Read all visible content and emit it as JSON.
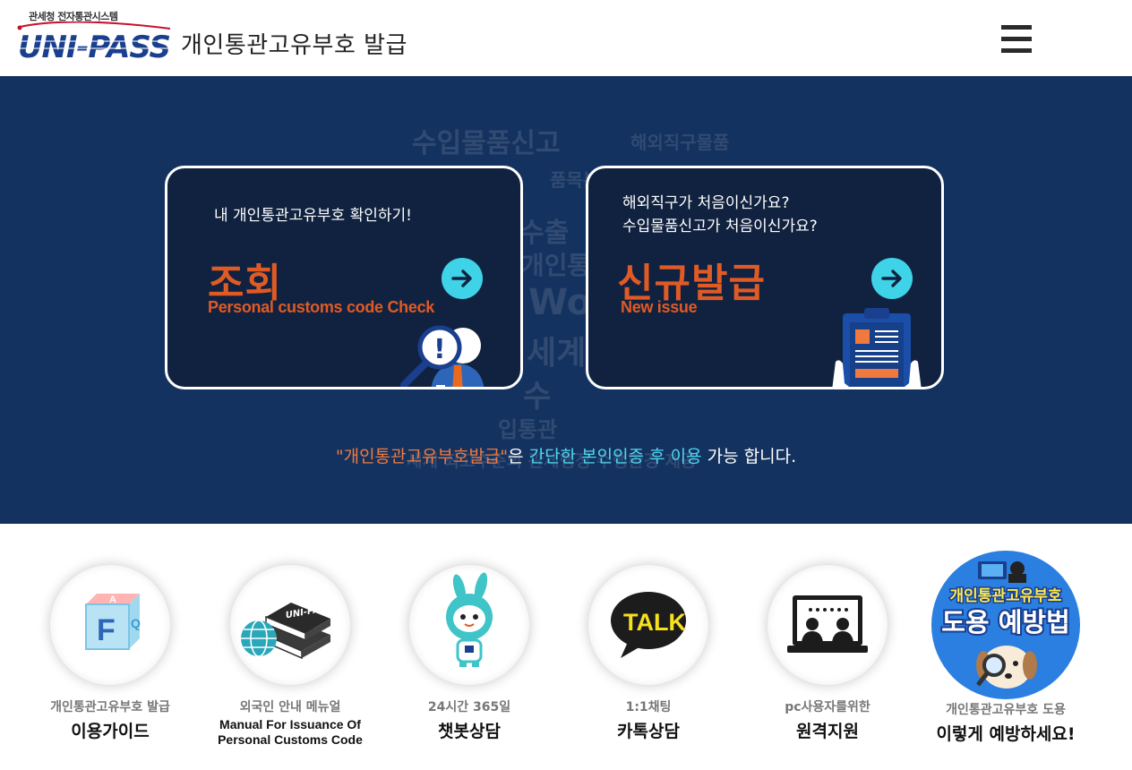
{
  "header": {
    "logo_sub": "관세청 전자통관시스템",
    "logo_text": "UNI-PASS",
    "title": "개인통관고유부호 발급",
    "menu_icon": "hamburger-menu-icon"
  },
  "hero": {
    "background_words": [
      "수입물품신고",
      "해외직구물품",
      "품목분류사전심사",
      "수출",
      "개인통관",
      "World",
      "세계",
      "수",
      "입통관",
      "세계 최고수준의 관세행정 수행환경 제공"
    ],
    "cards": [
      {
        "question": "내 개인통관고유부호 확인하기!",
        "title": "조회",
        "subtitle": "Personal customs code Check",
        "arrow_icon": "arrow-right-icon",
        "illustration": "magnifier-person-icon"
      },
      {
        "question_line1": "해외직구가 처음이신가요?",
        "question_line2": "수입물품신고가 처음이신가요?",
        "title": "신규발급",
        "subtitle": "New issue",
        "arrow_icon": "arrow-right-icon",
        "illustration": "clipboard-document-icon"
      }
    ],
    "notice": {
      "part1": "\"개인통관고유부호발급\"",
      "part2": "은 ",
      "part3": "간단한 본인인증 후 이용",
      "part4": " 가능 합니다."
    }
  },
  "quick_links": [
    {
      "small": "개인통관고유부호 발급",
      "label": "이용가이드",
      "icon": "faq-cube-icon"
    },
    {
      "small": "외국인 안내 메뉴얼",
      "label_line1": "Manual For Issuance Of",
      "label_line2": "Personal Customs Code",
      "icon": "manual-books-icon"
    },
    {
      "small": "24시간 365일",
      "label": "챗봇상담",
      "icon": "chatbot-rabbit-icon"
    },
    {
      "small": "1:1채팅",
      "label": "카톡상담",
      "icon": "kakaotalk-icon",
      "talk_text": "TALK"
    },
    {
      "small": "pc사용자를위한",
      "label": "원격지원",
      "icon": "remote-support-monitor-icon"
    },
    {
      "badge_line1": "개인통관고유부호",
      "badge_line2": "도용 예방법",
      "small": "개인통관고유부호 도용",
      "label": "이렇게 예방하세요!",
      "icon": "theft-prevention-dog-icon"
    }
  ],
  "colors": {
    "hero_bg": "#14325f",
    "card_bg": "#10223f",
    "accent_orange": "#e05a26",
    "accent_cyan": "#3fd3e8"
  }
}
